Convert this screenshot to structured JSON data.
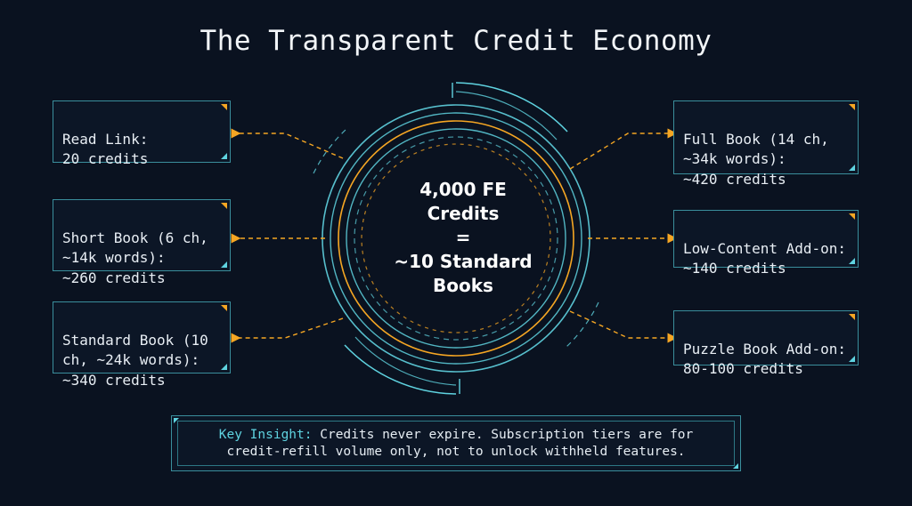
{
  "title": "The Transparent Credit Economy",
  "center": {
    "line1": "4,000 FE",
    "line2": "Credits",
    "line3": "=",
    "line4": "~10 Standard",
    "line5": "Books"
  },
  "left_items": [
    {
      "text": "Read Link:\n20 credits"
    },
    {
      "text": "Short Book (6 ch,\n~14k words):\n~260 credits"
    },
    {
      "text": "Standard Book (10\nch, ~24k words):\n~340 credits"
    }
  ],
  "right_items": [
    {
      "text": "Full Book (14 ch,\n~34k words):\n~420 credits"
    },
    {
      "text": "Low-Content Add-on:\n~140 credits"
    },
    {
      "text": "Puzzle Book Add-on:\n80-100 credits"
    }
  ],
  "insight": {
    "label": "Key Insight:",
    "line1_rest": " Credits never expire. Subscription tiers are for",
    "line2": "credit-refill volume only, not to unlock withheld features."
  },
  "colors": {
    "background": "#0a1220",
    "ring_cyan": "#5fd3e0",
    "ring_orange": "#f5a623",
    "arrow": "#f5a623",
    "box_border": "#3a8e9c"
  },
  "icons": {
    "arrow": "arrow-head-icon",
    "corner_mark": "corner-triangle-icon"
  }
}
